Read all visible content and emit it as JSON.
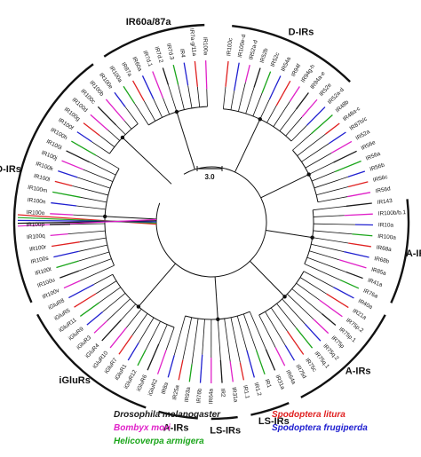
{
  "colors": {
    "black": "#1a1a1a",
    "magenta": "#e020c8",
    "green": "#1aa51a",
    "red": "#e02020",
    "blue": "#2020d0"
  },
  "scale_bar": {
    "label": "3.0"
  },
  "legend": [
    {
      "label": "Drosophila melanogaster",
      "color": "#1a1a1a"
    },
    {
      "label": "Spodoptera litura",
      "color": "#e02020"
    },
    {
      "label": "Bombyx mori",
      "color": "#e020c8"
    },
    {
      "label": "Spodoptera frugiperda",
      "color": "#2020d0"
    },
    {
      "label": "Helicoverpa armigera",
      "color": "#1aa51a"
    }
  ],
  "groups": [
    {
      "label": "IR60a/87a"
    },
    {
      "label": "D-IRs"
    },
    {
      "label": "D-IRs"
    },
    {
      "label": "iGluRs"
    },
    {
      "label": "A-IRs"
    },
    {
      "label": "LS-IRs"
    },
    {
      "label": "LS-IRs"
    },
    {
      "label": "A-IRs"
    },
    {
      "label": "A-IRs"
    }
  ],
  "leaves": [
    "IR100a",
    "IR7a-g/11a",
    "IR4",
    "IR7d.3",
    "IR7d.2",
    "IR7d.1",
    "IR60a",
    "IR87a",
    "IR100a",
    "IR100e",
    "IR100b",
    "IR100c",
    "IR100d",
    "IR100g",
    "IR100f",
    "IR100h",
    "IR100i",
    "IR100j",
    "IR100k",
    "IR100l",
    "IR100m",
    "IR100n",
    "IR100o",
    "IR100p",
    "IR100q",
    "IR100r",
    "IR100s",
    "IR100t",
    "IR100u",
    "IR100v",
    "iGluR8",
    "iGluR5",
    "iGluR11",
    "iGluR9",
    "iGluR3",
    "iGluR4",
    "iGluR10",
    "iGluR7",
    "iGluR1",
    "iGluR12",
    "iGluR6",
    "iGluR2",
    "IR8a",
    "IR25a",
    "IR93a",
    "IR76b",
    "IR64a",
    "IR2",
    "IR31a",
    "IR1.1",
    "IR1.2",
    "IR1",
    "IR31a",
    "IR64a",
    "IR75d",
    "IR75c",
    "IR75q.1",
    "IR75q.2",
    "IR75p",
    "IR75p.1",
    "IR75p.2",
    "IR21a",
    "IR40a",
    "IR76a",
    "IR41a",
    "IR85a",
    "IR68b",
    "IR68a",
    "IR100a",
    "IR10a",
    "IR100b/b.1",
    "IR143",
    "IR56d",
    "IR56c",
    "IR56b",
    "IR56a",
    "IR56e",
    "IR52a",
    "IR87b/c",
    "IR48a-c",
    "IR48b",
    "IR52a-d",
    "IR52e",
    "IR94a-e",
    "IR94g-h",
    "IR94f",
    "IR54a",
    "IR52c",
    "IR52b",
    "IR52a-d",
    "IR100e-d",
    "IR100c"
  ]
}
